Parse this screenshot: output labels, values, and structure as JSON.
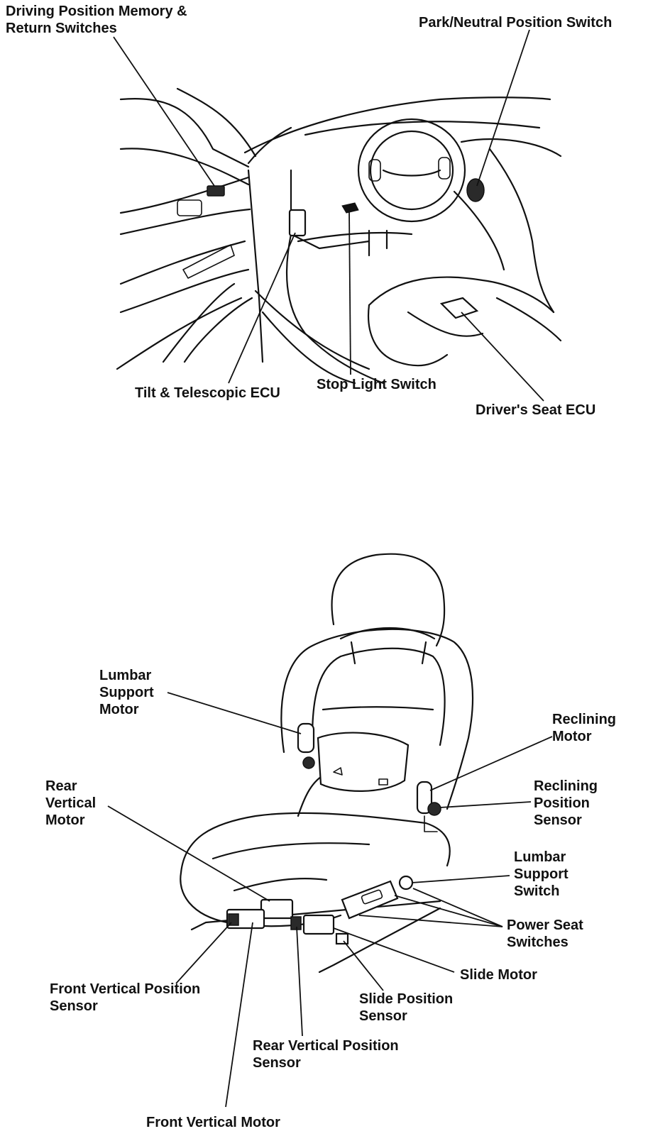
{
  "top_diagram": {
    "labels": {
      "memory_switches": [
        "Driving Position Memory &",
        "Return Switches"
      ],
      "park_neutral": "Park/Neutral Position Switch",
      "tilt_ecu": "Tilt & Telescopic ECU",
      "stop_light": "Stop Light Switch",
      "drivers_seat_ecu": "Driver's Seat ECU"
    }
  },
  "bottom_diagram": {
    "labels": {
      "lumbar_motor": [
        "Lumbar",
        "Support",
        "Motor"
      ],
      "reclining_motor": [
        "Reclining",
        "Motor"
      ],
      "reclining_sensor": [
        "Reclining",
        "Position",
        "Sensor"
      ],
      "rear_vertical_motor": [
        "Rear",
        "Vertical",
        "Motor"
      ],
      "lumbar_switch": [
        "Lumbar",
        "Support",
        "Switch"
      ],
      "power_seat_switches": [
        "Power Seat",
        "Switches"
      ],
      "slide_motor": "Slide Motor",
      "front_vertical_sensor": [
        "Front Vertical Position",
        "Sensor"
      ],
      "slide_sensor": [
        "Slide Position",
        "Sensor"
      ],
      "rear_vertical_sensor": [
        "Rear Vertical Position",
        "Sensor"
      ],
      "front_vertical_motor": "Front Vertical Motor"
    }
  }
}
